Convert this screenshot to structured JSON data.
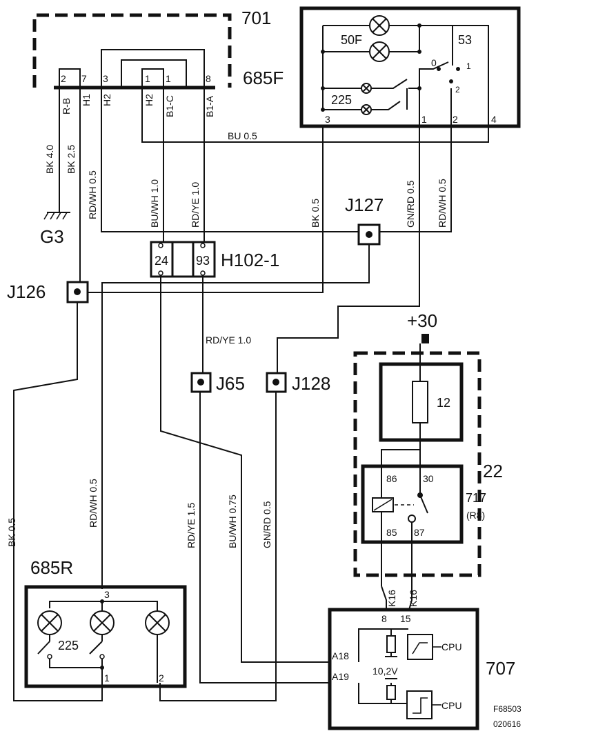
{
  "components": {
    "c701": "701",
    "c685F": "685F",
    "c685R": "685R",
    "h102": "H102-1",
    "c22": "22",
    "c707": "707",
    "c717": "717",
    "c717_sub": "(R8)",
    "fuse12": "12",
    "plus30": "+30",
    "g3": "G3"
  },
  "junctions": {
    "j126": "J126",
    "j127": "J127",
    "j65": "J65",
    "j128": "J128"
  },
  "pins_685F": {
    "p2": "2",
    "p7": "7",
    "p3": "3",
    "p1a": "1",
    "p1b": "1",
    "p8": "8",
    "rb": "R-B",
    "h1": "H1",
    "h2": "H2",
    "h2b": "H2",
    "b1c": "B1-C",
    "b1a": "B1-A"
  },
  "switch_701": {
    "l50f": "50F",
    "l53": "53",
    "l225": "225",
    "o": "0",
    "one": "1",
    "two": "2",
    "p3": "3",
    "p1": "1",
    "p2": "2",
    "p4": "4"
  },
  "h102_pins": {
    "p24": "24",
    "p93": "93"
  },
  "relay": {
    "p86": "86",
    "p30": "30",
    "p85": "85",
    "p87": "87"
  },
  "ecu_707": {
    "k16a": "K16",
    "k16b": "K16",
    "p8": "8",
    "p15": "15",
    "a18": "A18",
    "a19": "A19",
    "v": "10,2V",
    "cpu1": "CPU",
    "cpu2": "CPU"
  },
  "rear_685R": {
    "p3": "3",
    "p1": "1",
    "p2": "2",
    "l225": "225"
  },
  "wires": {
    "bu05": "BU   0.5",
    "bk40": "BK   4.0",
    "bk25": "BK   2.5",
    "rdwh05a": "RD/WH   0.5",
    "buwh10": "BU/WH  1.0",
    "rdye10a": "RD/YE  1.0",
    "bk05a": "BK   0.5",
    "gnrd05a": "GN/RD  0.5",
    "rdwh05b": "RD/WH   0.5",
    "rdye10b": "RD/YE 1.0",
    "rdwh05c": "RD/WH   0.5",
    "rdye15": "RD/YE    1.5",
    "buwh075": "BU/WH   0.75",
    "gnrd05b": "GN/RD   0.5",
    "bk05b": "BK   0.5"
  },
  "codes": {
    "code1": "F68503",
    "code2": "020616"
  }
}
